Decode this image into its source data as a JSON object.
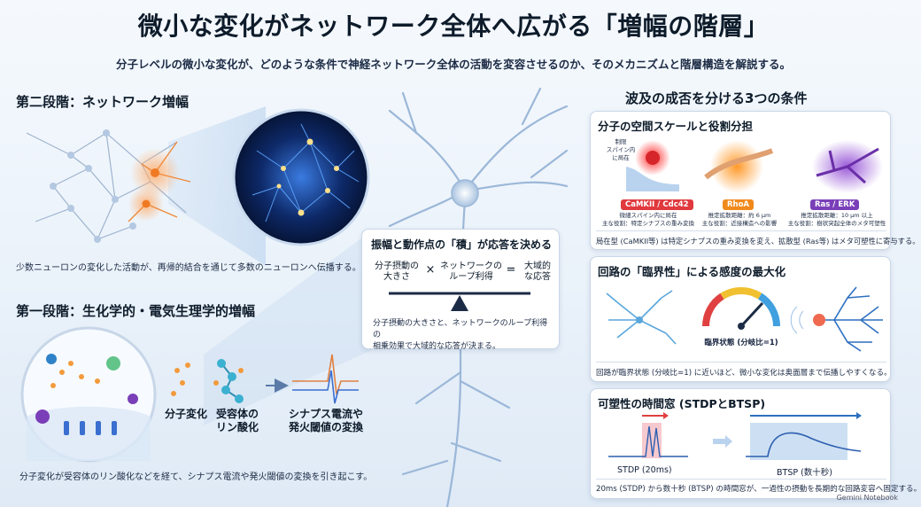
{
  "title": "微小な変化がネットワーク全体へ広がる「増幅の階層」",
  "subtitle": "分子レベルの微小な変化が、どのような条件で神経ネットワーク全体の活動を変容させるのか、そのメカニズムと階層構造を解説する。",
  "stage2": {
    "heading": "第二段階：ネットワーク増幅",
    "caption": "少数ニューロンの変化した活動が、再帰的結合を通じて多数のニューロンへ伝播する。"
  },
  "stage1": {
    "heading": "第一段階：生化学的・電気生理学的増幅",
    "labels": [
      "分子変化",
      "受容体の\nリン酸化",
      "シナプス電流や\n発火閾値の変換"
    ],
    "caption": "分子変化が受容体のリン酸化などを経て、シナプス電流や発火閾値の変換を引き起こす。"
  },
  "center": {
    "title": "振幅と動作点の「積」が応答を決める",
    "term1": "分子摂動の\n大きさ",
    "times": "×",
    "term2": "ネットワークの\nループ利得",
    "equals": "=",
    "result": "大域的\nな応答",
    "caption": "分子摂動の大きさと、ネットワークのループ利得の\n相乗効果で大域的な応答が決まる。"
  },
  "right": {
    "heading": "波及の成否を分ける3つの条件",
    "card1": {
      "title": "分子の空間スケールと役割分担",
      "note": "制限\nスパイン内\nに局在",
      "items": [
        {
          "pill": "CaMKII / Cdc42",
          "color": "#e0393e",
          "desc": "微細スパイン内に局在\n主な役割：特定シナプスの重み変換"
        },
        {
          "pill": "RhoA",
          "color": "#f08a1c",
          "desc": "推定拡散距離：約 6 μm\n主な役割：近接構造への影響"
        },
        {
          "pill": "Ras / ERK",
          "color": "#7a3fb8",
          "desc": "推定拡散距離：10 μm 以上\n主な役割：樹状突起全体のメタ可塑性"
        }
      ],
      "footer": "局在型 (CaMKII等) は特定シナプスの重み変換を変え、拡散型 (Ras等) はメタ可塑性に寄与する。"
    },
    "card2": {
      "title": "回路の「臨界性」による感度の最大化",
      "gauge_label": "臨界状態 (分岐比=1)",
      "footer": "回路が臨界状態 (分岐比=1) に近いほど、微小な変化は奥面層まで伝播しやすくなる。"
    },
    "card3": {
      "title": "可塑性の時間窓 (STDPとBTSP)",
      "stdp": "STDP (20ms)",
      "btsp": "BTSP (数十秒)",
      "footer": "20ms (STDP) から数十秒 (BTSP) の時間窓が、一過性の摂動を長期的な回路変容へ固定する。"
    }
  },
  "footer": "Gemini Notebook"
}
